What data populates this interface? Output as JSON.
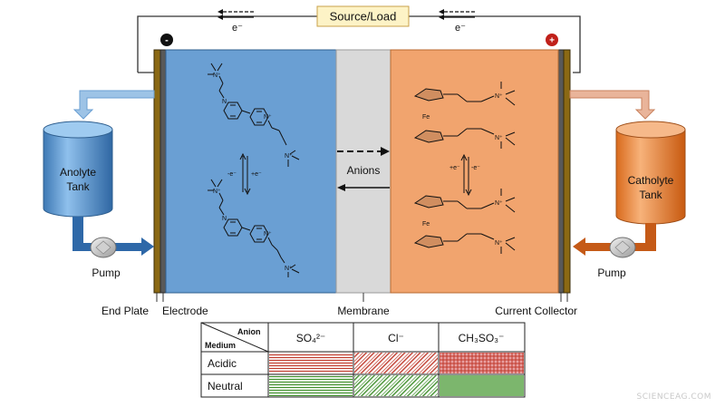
{
  "source_load": "Source/Load",
  "electron_label": "e-",
  "electron_left": "e⁻",
  "electron_right": "e⁻",
  "negative_terminal": "-",
  "positive_terminal": "+",
  "anolyte_tank": [
    "Anolyte",
    "Tank"
  ],
  "catholyte_tank": [
    "Catholyte",
    "Tank"
  ],
  "pump_left": "Pump",
  "pump_right": "Pump",
  "anions_label": "Anions",
  "bottom_labels": {
    "end_plate": "End Plate",
    "electrode": "Electrode",
    "membrane": "Membrane",
    "current_collector": "Current Collector"
  },
  "redox_left": [
    "-e⁻",
    "+e⁻"
  ],
  "redox_right": [
    "+e⁻",
    "-e⁻"
  ],
  "molecule_atoms": {
    "N": "N",
    "N_plus": "N⁺",
    "Fe": "Fe"
  },
  "table": {
    "corner_anion": "Anion",
    "corner_medium": "Medium",
    "columns": [
      "SO₄²⁻",
      "Cl⁻",
      "CH₃SO₃⁻"
    ],
    "rows": [
      "Acidic",
      "Neutral"
    ]
  },
  "watermark": "SCIENCEAG.COM",
  "colors": {
    "anolyte": "#6a9fd3",
    "catholyte": "#f1a46e",
    "membrane": "#d9d9d9",
    "end_plate": "#8b6914",
    "electrode": "#595959",
    "acidic_hatch": "#c0392b",
    "neutral_hatch": "#3e8e2a"
  }
}
